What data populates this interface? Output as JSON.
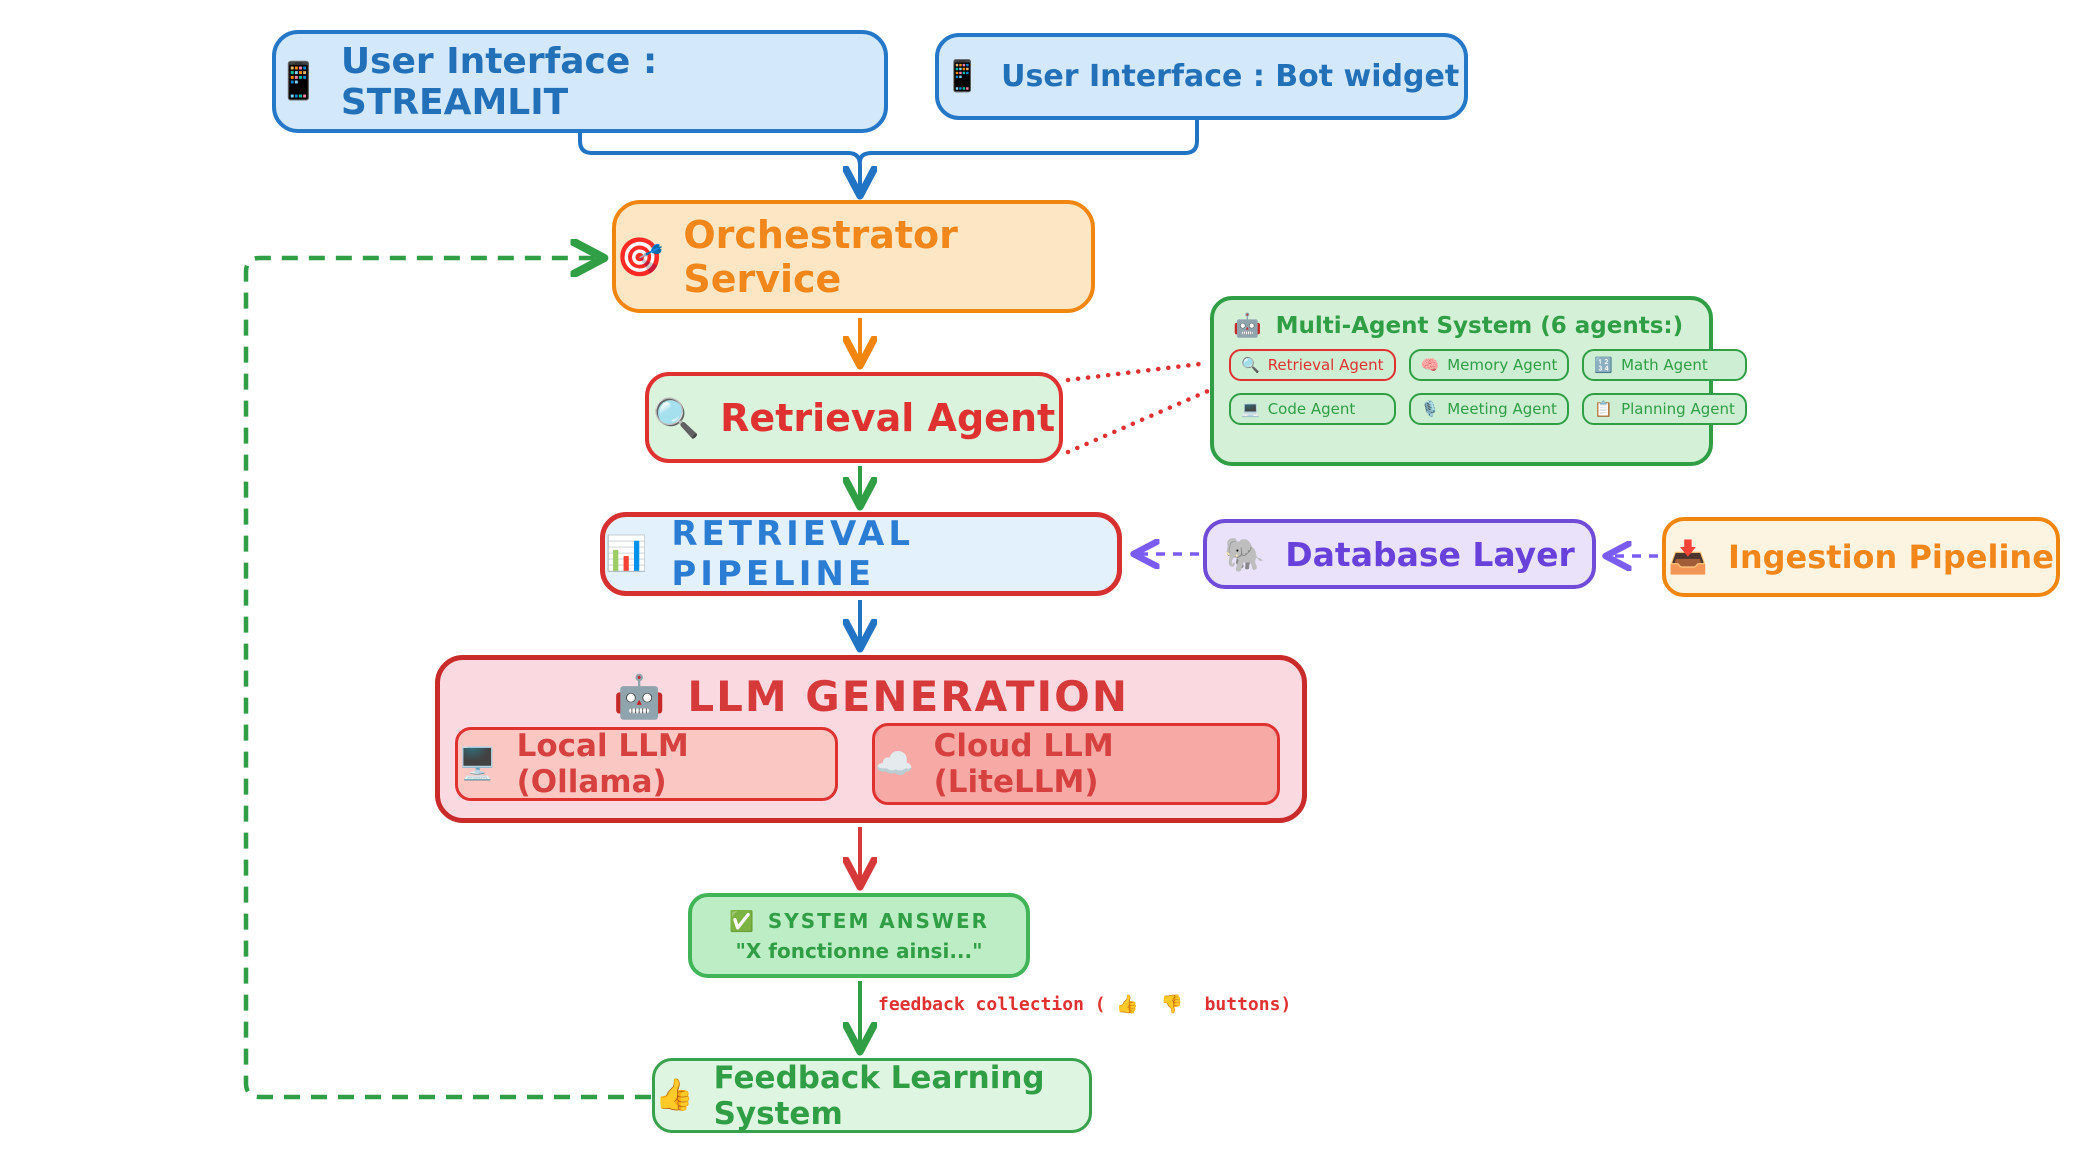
{
  "nodes": {
    "ui_streamlit": {
      "icon": "📱",
      "label": "User Interface : STREAMLIT"
    },
    "ui_bot": {
      "icon": "📱",
      "label": "User Interface : Bot widget"
    },
    "orchestrator": {
      "icon": "🎯",
      "label": "Orchestrator Service"
    },
    "retrieval_agent": {
      "icon": "🔍",
      "label": "Retrieval Agent"
    },
    "multi_agent": {
      "icon": "🤖",
      "title": "Multi-Agent System (6 agents:)",
      "agents": [
        {
          "icon": "🔍",
          "label": "Retrieval Agent"
        },
        {
          "icon": "🧠",
          "label": "Memory Agent"
        },
        {
          "icon": "🔢",
          "label": "Math Agent"
        },
        {
          "icon": "💻",
          "label": "Code Agent"
        },
        {
          "icon": "🎙️",
          "label": "Meeting Agent"
        },
        {
          "icon": "📋",
          "label": "Planning Agent"
        }
      ]
    },
    "retrieval_pipeline": {
      "icon": "📊",
      "label": "RETRIEVAL PIPELINE"
    },
    "database_layer": {
      "icon": "🐘",
      "label": "Database Layer"
    },
    "ingestion_pipeline": {
      "icon": "📥",
      "label": "Ingestion Pipeline"
    },
    "llm_generation": {
      "icon": "🤖",
      "title": "LLM GENERATION",
      "local": {
        "icon": "🖥️",
        "label": "Local LLM (Ollama)"
      },
      "cloud": {
        "icon": "☁️",
        "label": "Cloud LLM (LiteLLM)"
      }
    },
    "system_answer": {
      "icon": "✅",
      "title": "SYSTEM ANSWER",
      "quote": "\"X fonctionne ainsi...\""
    },
    "feedback_note": "feedback collection ( 👍  👎  buttons)",
    "feedback_system": {
      "icon": "👍",
      "label": "Feedback Learning System"
    }
  },
  "colors": {
    "blue_stroke": "#2173c4",
    "blue_fill": "#d3e8fa",
    "orange_stroke": "#f0860f",
    "orange_fill": "#fce6c4",
    "green_stroke": "#2f9e44",
    "green_fill": "#d4f1d8",
    "red_stroke": "#e03131",
    "pink_fill": "#fad9e1",
    "purple_stroke": "#6f4bd8",
    "purple_fill": "#e9e2fa"
  }
}
